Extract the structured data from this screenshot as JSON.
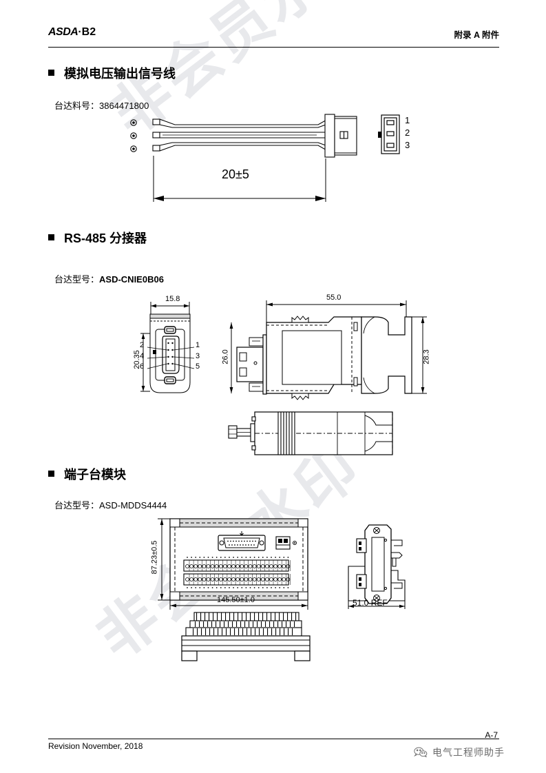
{
  "header": {
    "logo_italic": "ASDA",
    "logo_sep": "·",
    "logo_model": "B2",
    "right_title": "附录 A 附件"
  },
  "watermark": {
    "text": "非会员水印"
  },
  "sections": [
    {
      "title": "模拟电压输出信号线",
      "part_label": "台达料号：",
      "part_value": "3864471800",
      "drawing": {
        "name": "analog-voltage-output-cable-drawing",
        "dimension": "20±5",
        "connector_pins": [
          "1",
          "2",
          "3"
        ]
      }
    },
    {
      "title": "RS-485 分接器",
      "part_label": "台达型号：",
      "part_value": "ASD-CNIE0B06",
      "drawing": {
        "name": "rs485-splitter-drawing",
        "front_width": "15.8",
        "front_height": "20.35",
        "side_length": "55.0",
        "side_height_left": "26.0",
        "side_height_right": "28.3",
        "pins_left": [
          "2",
          "4",
          "6"
        ],
        "pins_right": [
          "1",
          "3",
          "5"
        ]
      }
    },
    {
      "title": "端子台模块",
      "part_label": "台达型号：",
      "part_value": "ASD-MDDS4444",
      "drawing": {
        "name": "terminal-block-module-drawing",
        "height": "87.23±0.5",
        "width": "145.50±1.0",
        "depth": "51.0 REF"
      }
    }
  ],
  "footer": {
    "revision": "Revision November, 2018",
    "page_number": "A-7",
    "badge_text": "电气工程师助手",
    "badge_icon": "wechat-icon"
  }
}
